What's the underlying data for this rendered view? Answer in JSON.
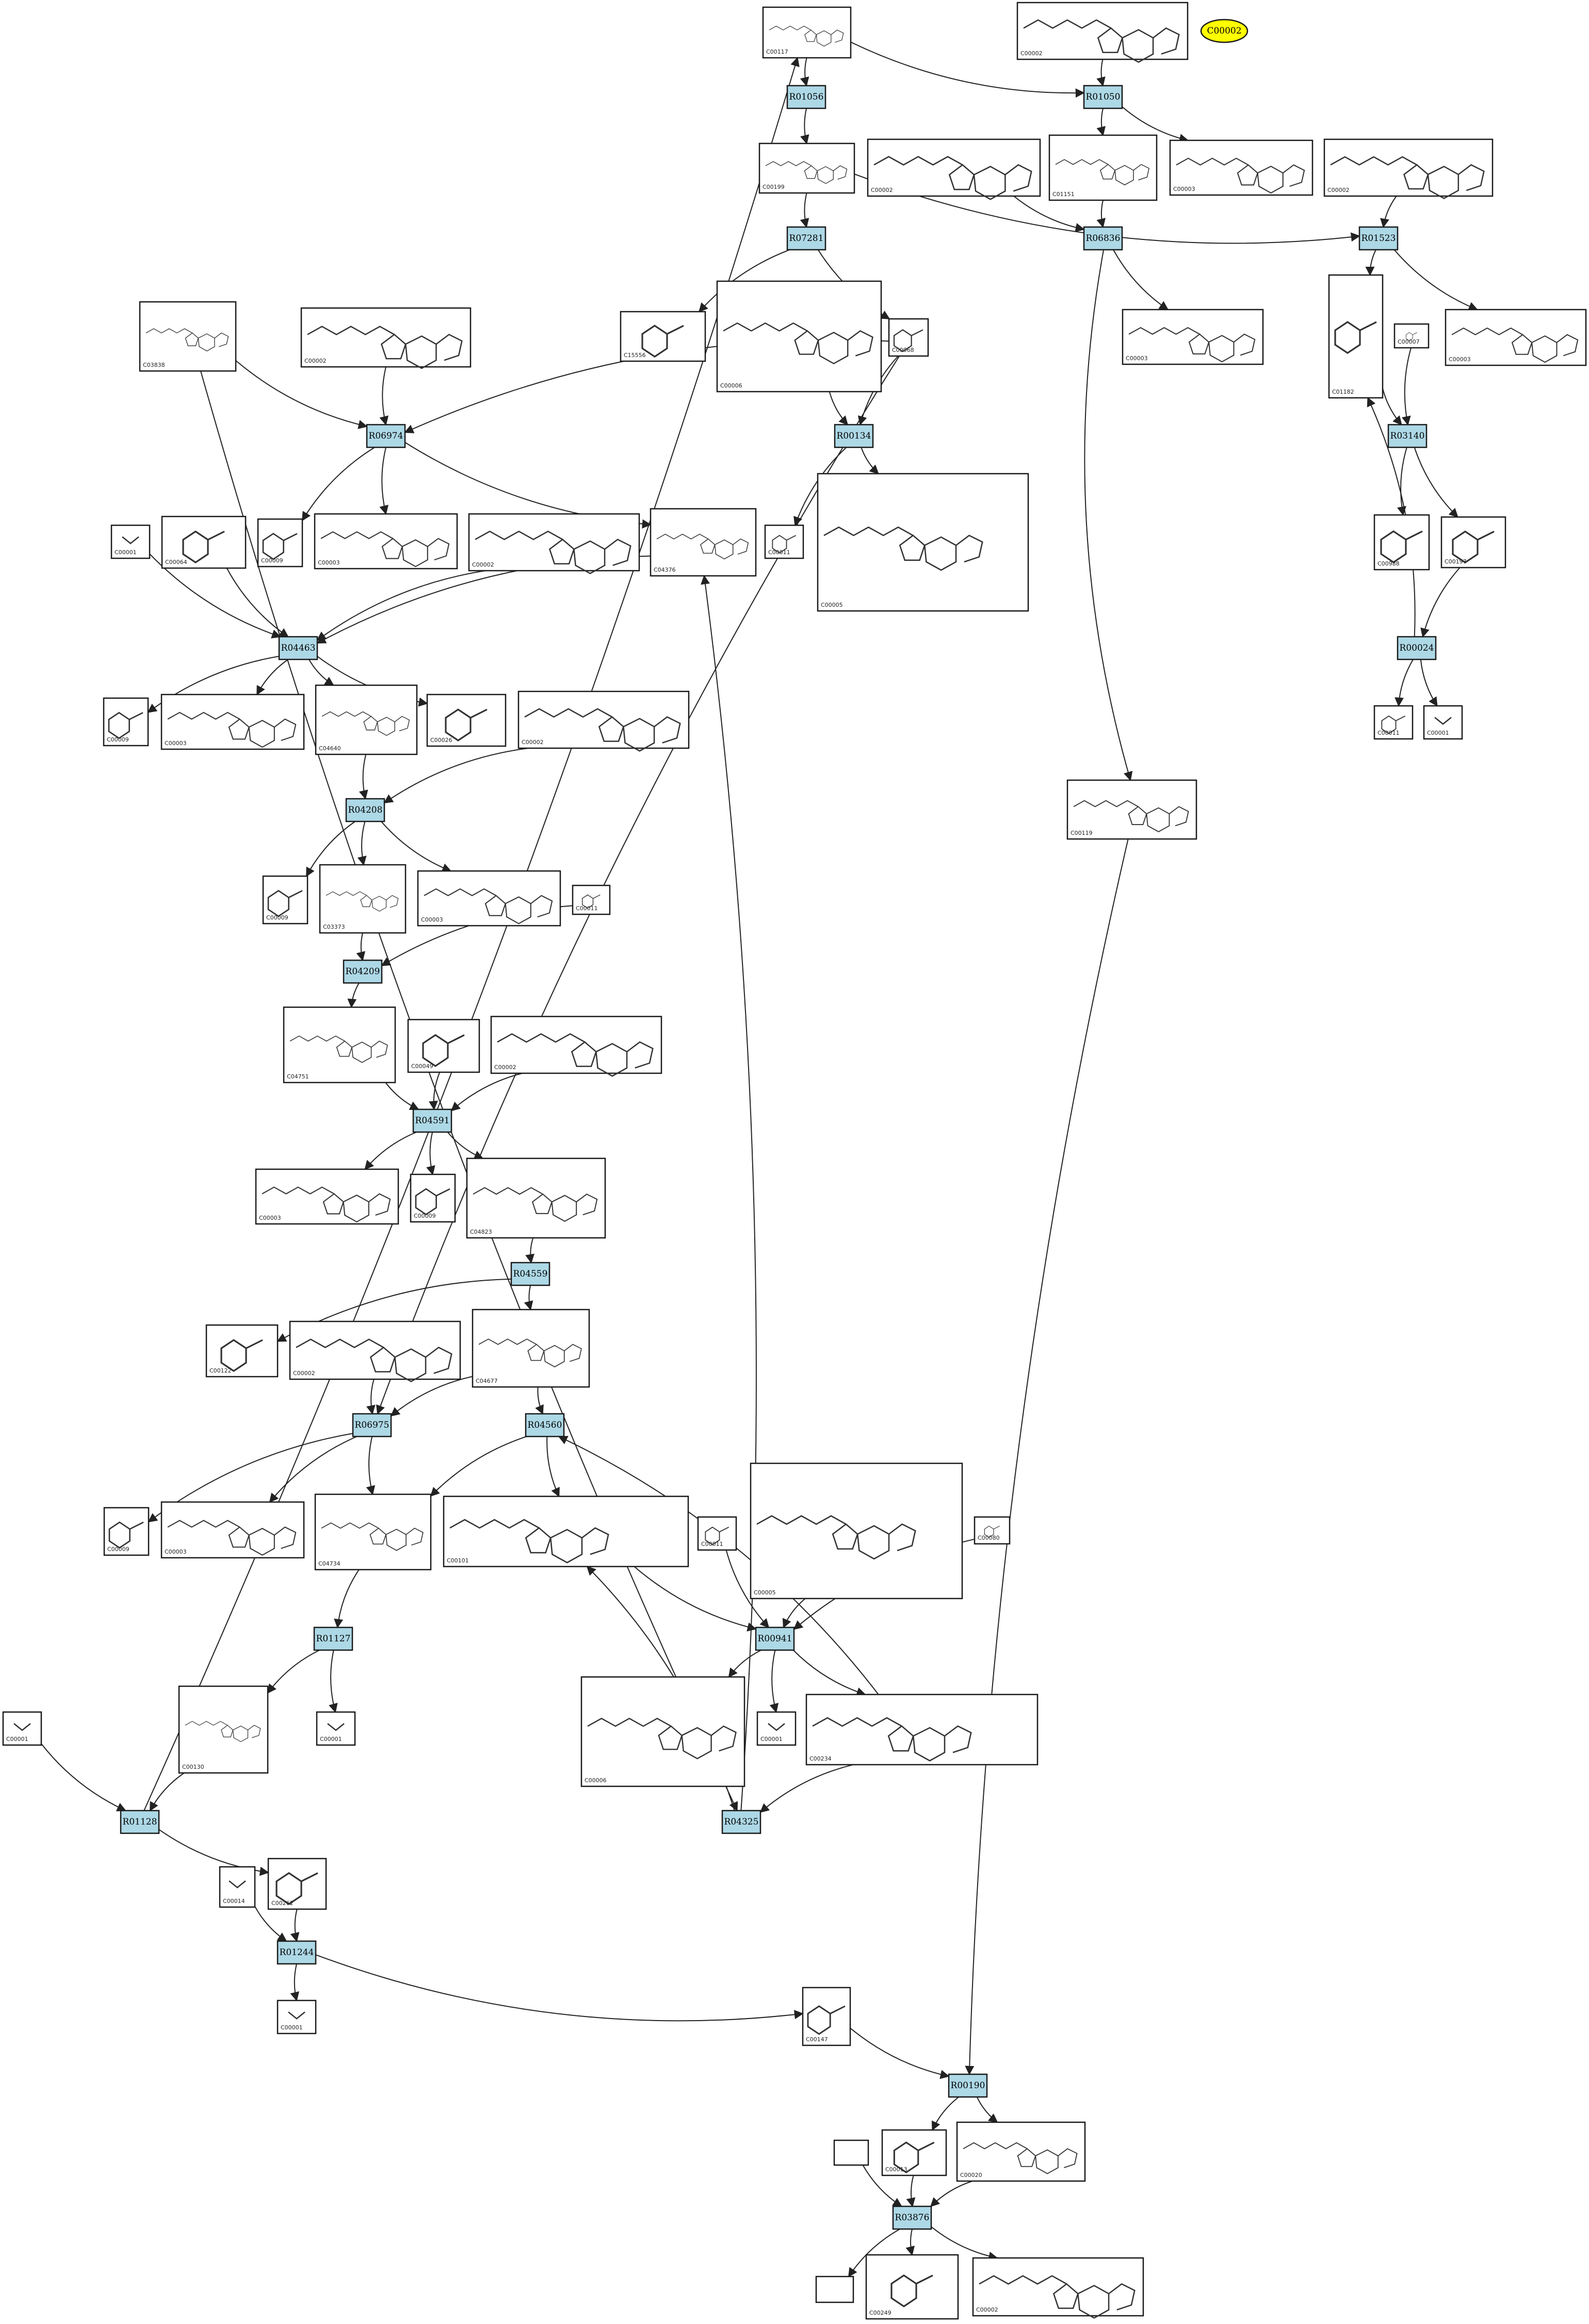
{
  "colors": {
    "reaction_fill": "#add8e6",
    "highlight_fill": "#ffff00",
    "edge": "#222222"
  },
  "highlight": {
    "label": "C00002"
  },
  "reactions": [
    {
      "id": "R01056",
      "label": "R01056"
    },
    {
      "id": "R01050",
      "label": "R01050"
    },
    {
      "id": "R07281",
      "label": "R07281"
    },
    {
      "id": "R06836",
      "label": "R06836"
    },
    {
      "id": "R01523",
      "label": "R01523"
    },
    {
      "id": "R06974",
      "label": "R06974"
    },
    {
      "id": "R00134",
      "label": "R00134"
    },
    {
      "id": "R03140",
      "label": "R03140"
    },
    {
      "id": "R04463",
      "label": "R04463"
    },
    {
      "id": "R00024",
      "label": "R00024"
    },
    {
      "id": "R04208",
      "label": "R04208"
    },
    {
      "id": "R04209",
      "label": "R04209"
    },
    {
      "id": "R04591",
      "label": "R04591"
    },
    {
      "id": "R04559",
      "label": "R04559"
    },
    {
      "id": "R06975",
      "label": "R06975"
    },
    {
      "id": "R04560",
      "label": "R04560"
    },
    {
      "id": "R01127",
      "label": "R01127"
    },
    {
      "id": "R00941",
      "label": "R00941"
    },
    {
      "id": "R01128",
      "label": "R01128"
    },
    {
      "id": "R04325",
      "label": "R04325"
    },
    {
      "id": "R01244",
      "label": "R01244"
    },
    {
      "id": "R00190",
      "label": "R00190"
    },
    {
      "id": "R03876",
      "label": "R03876"
    }
  ],
  "compounds": [
    {
      "id": "c00117_top",
      "label": "C00117"
    },
    {
      "id": "c00002_top",
      "label": "C00002"
    },
    {
      "id": "c00199",
      "label": "C00199"
    },
    {
      "id": "c00002_a",
      "label": "C00002"
    },
    {
      "id": "c01151",
      "label": "C01151"
    },
    {
      "id": "c00003_a",
      "label": "C00003"
    },
    {
      "id": "c00002_b",
      "label": "C00002"
    },
    {
      "id": "c03838",
      "label": "C03838"
    },
    {
      "id": "c00002_c",
      "label": "C00002"
    },
    {
      "id": "c15556",
      "label": "C15556"
    },
    {
      "id": "c00006_a",
      "label": "C00006"
    },
    {
      "id": "c00068",
      "label": "C00068"
    },
    {
      "id": "c00003_b",
      "label": "C00003"
    },
    {
      "id": "c01182",
      "label": "C01182"
    },
    {
      "id": "c00007",
      "label": "C00007"
    },
    {
      "id": "c00003_c",
      "label": "C00003"
    },
    {
      "id": "c00001_a",
      "label": "C00001"
    },
    {
      "id": "c00064",
      "label": "C00064"
    },
    {
      "id": "c00009_a",
      "label": "C00009"
    },
    {
      "id": "c00003_d",
      "label": "C00003"
    },
    {
      "id": "c00002_d",
      "label": "C00002"
    },
    {
      "id": "c04376",
      "label": "C04376"
    },
    {
      "id": "c00011_a",
      "label": "C00011"
    },
    {
      "id": "c00005",
      "label": "C00005"
    },
    {
      "id": "c00988",
      "label": "C00988"
    },
    {
      "id": "c00197",
      "label": "C00197"
    },
    {
      "id": "c00009_b",
      "label": "C00009"
    },
    {
      "id": "c00003_e",
      "label": "C00003"
    },
    {
      "id": "c04640",
      "label": "C04640"
    },
    {
      "id": "c00026",
      "label": "C00026"
    },
    {
      "id": "c00002_e",
      "label": "C00002"
    },
    {
      "id": "c00011_b",
      "label": "C00011"
    },
    {
      "id": "c00001_b",
      "label": "C00001"
    },
    {
      "id": "c00119",
      "label": "C00119"
    },
    {
      "id": "c00009_c",
      "label": "C00009"
    },
    {
      "id": "c03373",
      "label": "C03373"
    },
    {
      "id": "c00003_f",
      "label": "C00003"
    },
    {
      "id": "c00011_c",
      "label": "C00011"
    },
    {
      "id": "c04751",
      "label": "C04751"
    },
    {
      "id": "c00049",
      "label": "C00049"
    },
    {
      "id": "c00002_f",
      "label": "C00002"
    },
    {
      "id": "c00003_g",
      "label": "C00003"
    },
    {
      "id": "c00009_d",
      "label": "C00009"
    },
    {
      "id": "c04823",
      "label": "C04823"
    },
    {
      "id": "c00122",
      "label": "C00122"
    },
    {
      "id": "c00002_g",
      "label": "C00002"
    },
    {
      "id": "c04677",
      "label": "C04677"
    },
    {
      "id": "c00009_e",
      "label": "C00009"
    },
    {
      "id": "c00003_h",
      "label": "C00003"
    },
    {
      "id": "c04734",
      "label": "C04734"
    },
    {
      "id": "c00101",
      "label": "C00101"
    },
    {
      "id": "c00011_d",
      "label": "C00011"
    },
    {
      "id": "c00005_b",
      "label": "C00005"
    },
    {
      "id": "c00080",
      "label": "C00080"
    },
    {
      "id": "c00130",
      "label": "C00130"
    },
    {
      "id": "c00001_c",
      "label": "C00001"
    },
    {
      "id": "c00001_d",
      "label": "C00001"
    },
    {
      "id": "c00006_b",
      "label": "C00006"
    },
    {
      "id": "c00001_e",
      "label": "C00001"
    },
    {
      "id": "c00234",
      "label": "C00234"
    },
    {
      "id": "c00014",
      "label": "C00014"
    },
    {
      "id": "c00262",
      "label": "C00262"
    },
    {
      "id": "c00001_f",
      "label": "C00001"
    },
    {
      "id": "c00147",
      "label": "C00147"
    },
    {
      "id": "c00013",
      "label": "C00013"
    },
    {
      "id": "c00020",
      "label": "C00020"
    },
    {
      "id": "blank_a",
      "label": ""
    },
    {
      "id": "c00249",
      "label": "C00249"
    },
    {
      "id": "c00002_h",
      "label": "C00002"
    },
    {
      "id": "blank_b",
      "label": ""
    }
  ]
}
